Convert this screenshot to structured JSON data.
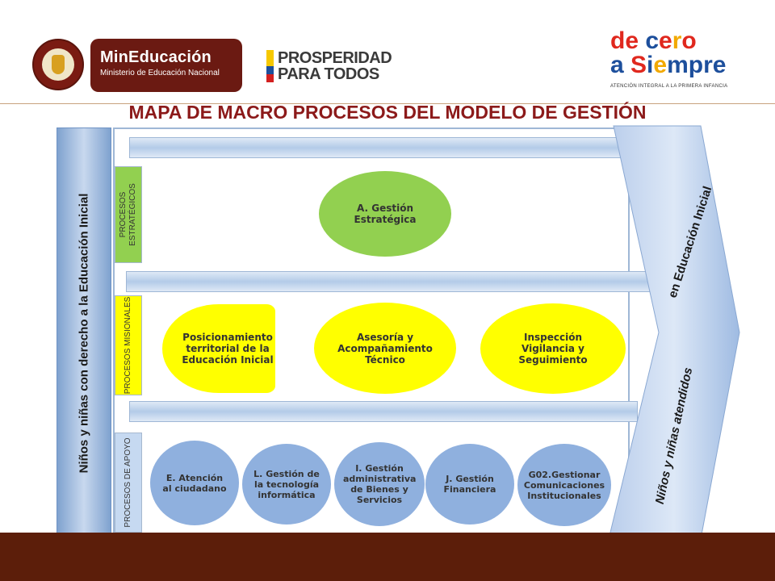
{
  "header": {
    "seal_alt": "REPÚBLICA DE COLOMBIA",
    "mineducacion_title": "MinEducación",
    "mineducacion_subtitle": "Ministerio de Educación Nacional",
    "prosperidad_line1": "PROSPERIDAD",
    "prosperidad_line2": "PARA TODOS",
    "decero_tagline": "ATENCIÓN INTEGRAL A LA PRIMERA INFANCIA"
  },
  "title": "MAPA DE MACRO PROCESOS DEL MODELO DE GESTIÓN",
  "left_label": "Niños y niñas con derecho a la Educación Inicial",
  "right_label_top": "en Educación Inicial",
  "right_label_bottom": "Niños y niñas atendidos",
  "rows": {
    "estrategicos": "PROCESOS ESTRATÉGICOS",
    "misionales": "PROCESOS MISIONALES",
    "apoyo": "PROCESOS DE APOYO"
  },
  "nodes": {
    "estrategica": "A. Gestión Estratégica",
    "posicionamiento": "Posicionamiento territorial de la Educación Inicial",
    "asesoria": "Asesoría y Acompañamiento Técnico",
    "inspeccion": "Inspección Vigilancia y Seguimiento",
    "atencion": "E. Atención al ciudadano",
    "tecnologia": "L. Gestión de la tecnología informática",
    "administrativa": "I. Gestión administrativa de Bienes y Servicios",
    "financiera": "J. Gestión Financiera",
    "comunicaciones": "G02.Gestionar Comunicaciones Institucionales"
  },
  "colors": {
    "estrategico": "#92d050",
    "misional": "#ffff00",
    "apoyo": "#8fb0de",
    "title": "#8c1a1a",
    "footer": "#5c1e0a"
  }
}
